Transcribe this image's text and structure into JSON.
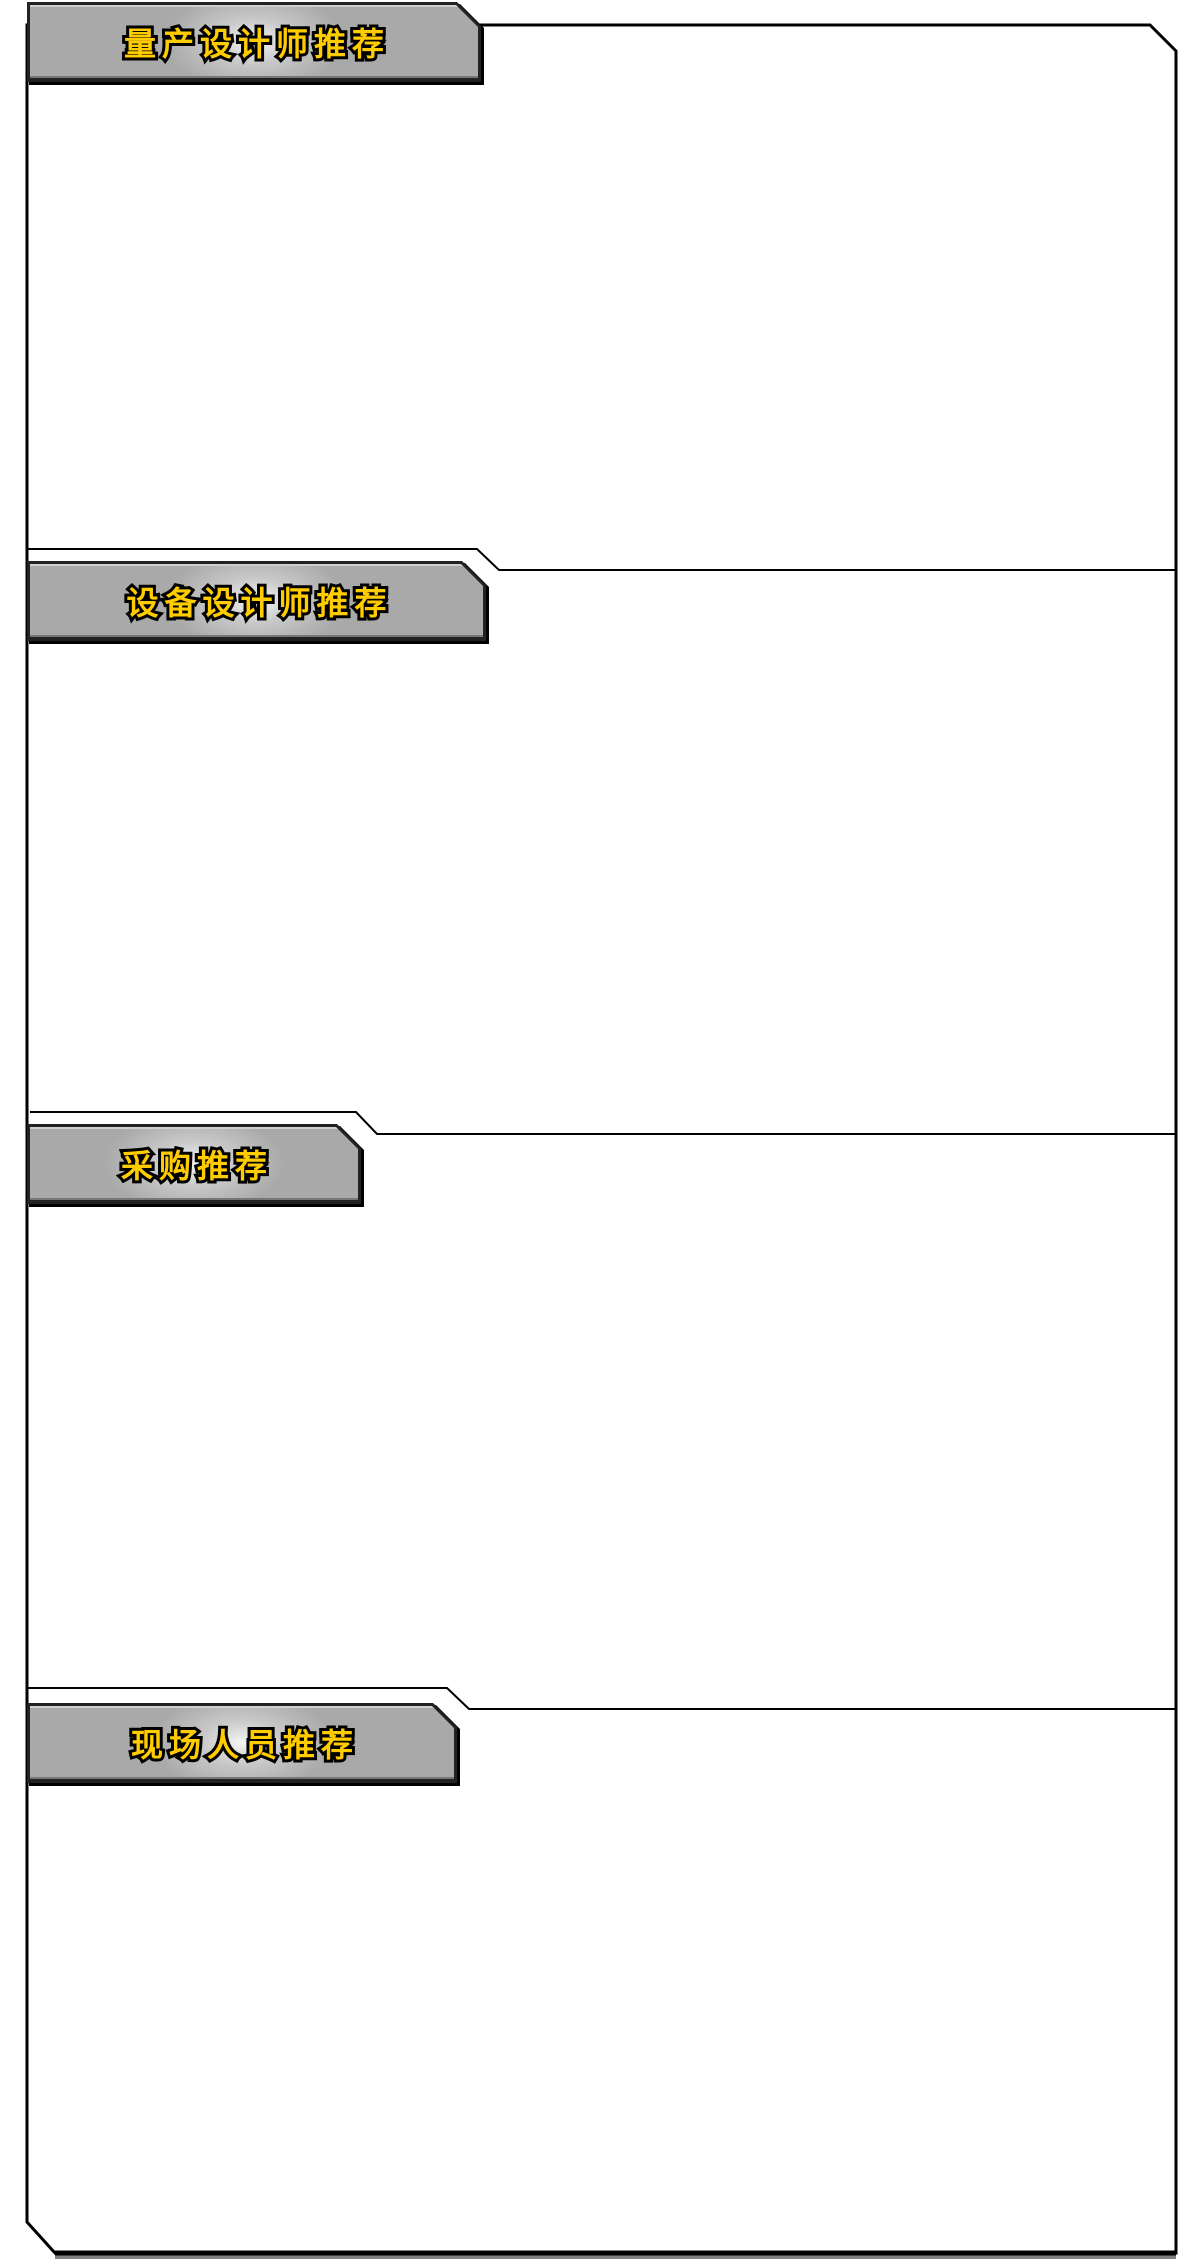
{
  "sections": [
    {
      "title": "量产设计师推荐"
    },
    {
      "title": "设备设计师推荐"
    },
    {
      "title": "采购推荐"
    },
    {
      "title": "现场人员推荐"
    }
  ],
  "colors": {
    "tab_text": "#ffcc00",
    "tab_bg": "#a9a9a9",
    "border": "#000000",
    "shadow": "#808080"
  }
}
